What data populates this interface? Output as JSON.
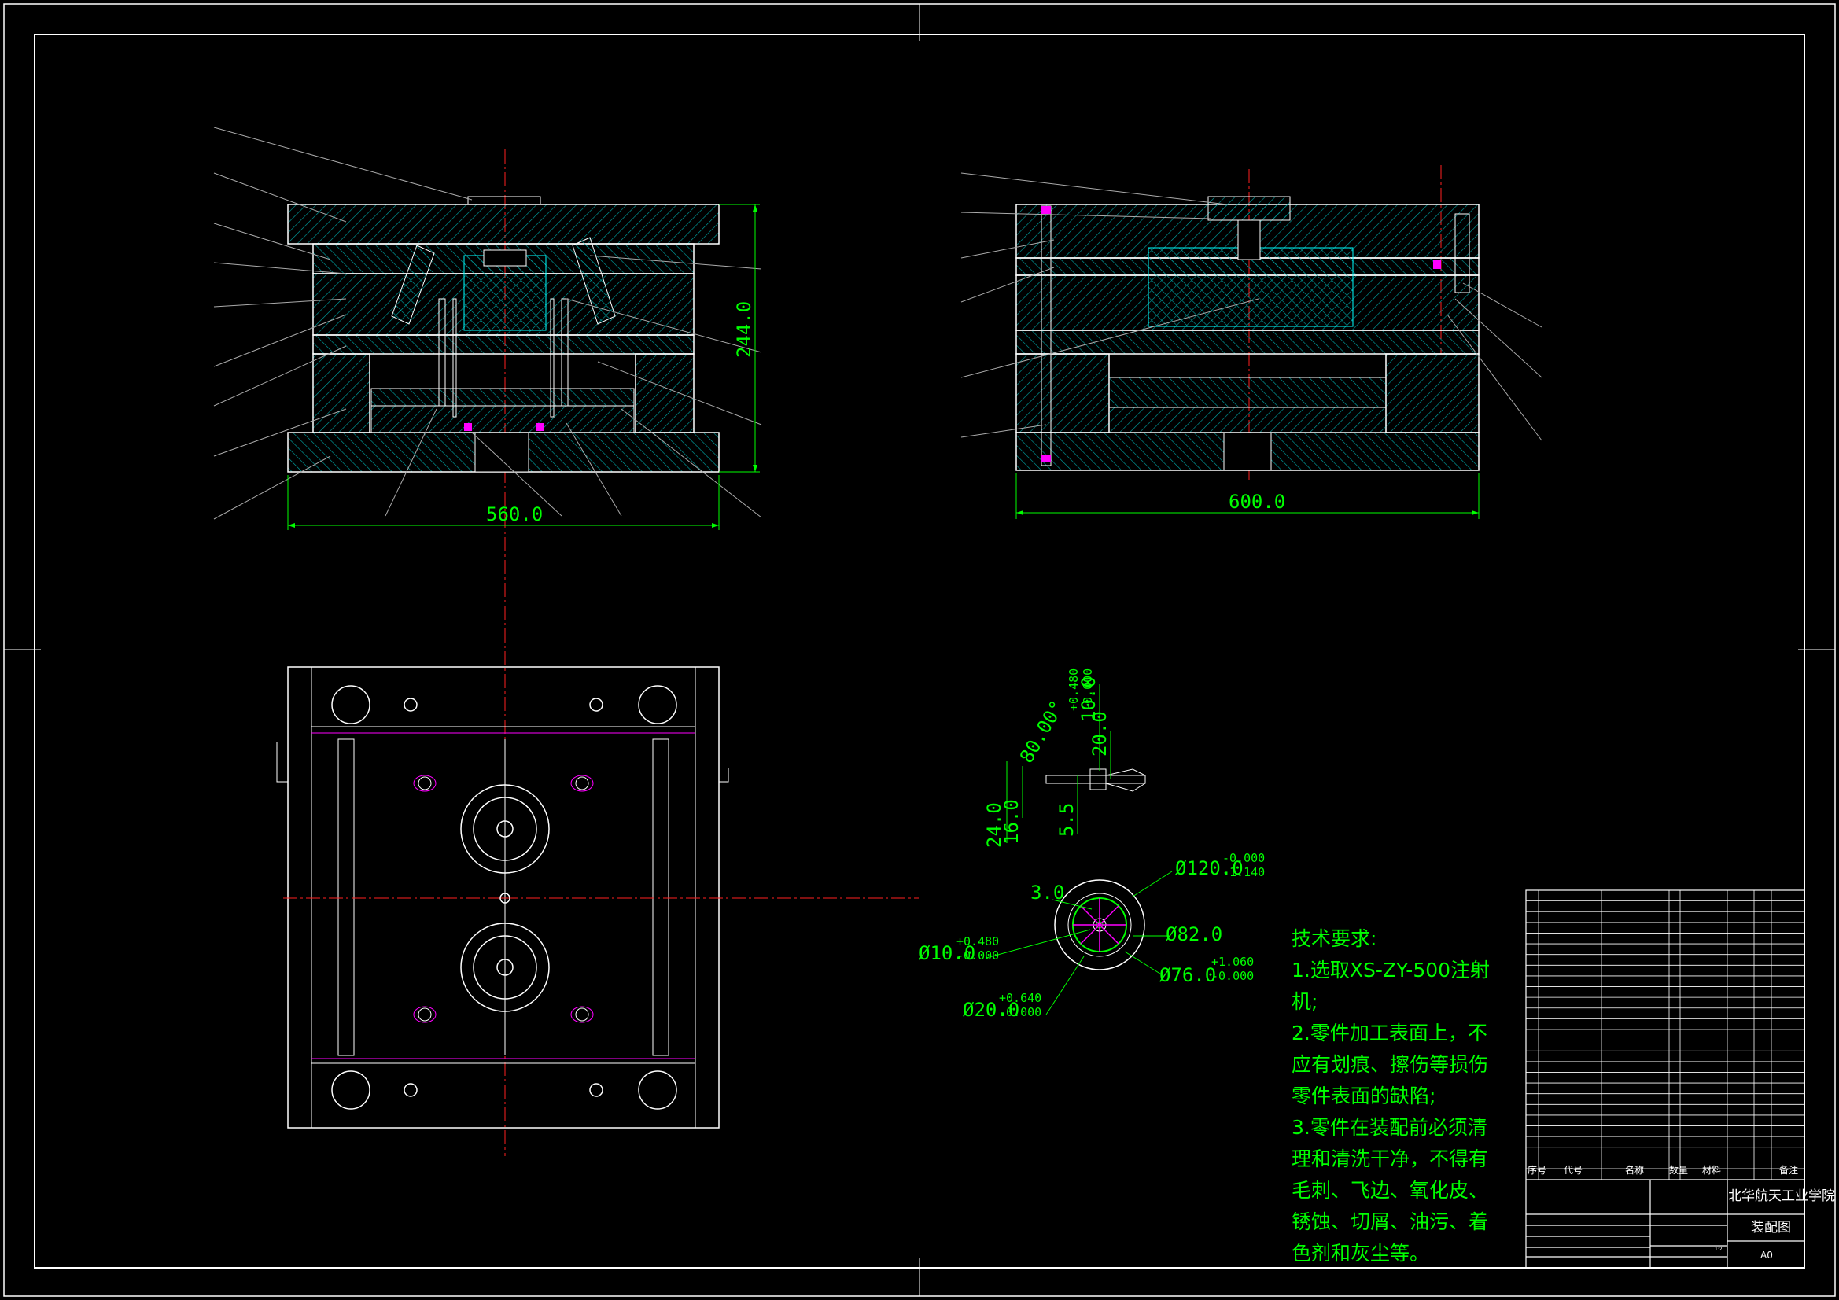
{
  "colors": {
    "background": "#000000",
    "line": "#ffffff",
    "dimension": "#00ff00",
    "section": "#00a0a0",
    "center": "#ff2020",
    "hidden": "#ff00ff"
  },
  "dimensions": {
    "front_width": "560.0",
    "front_height": "244.0",
    "side_width": "600.0",
    "detail_angle": "80.00°",
    "detail_24": "24.0",
    "detail_16": "16.0",
    "detail_55": "5.5",
    "detail_20": "20.0",
    "detail_10": "10.0",
    "detail_10_tol_up": "+0.480",
    "detail_10_tol_lo": "-0.000",
    "d_3": "3.0",
    "d_120": "Ø120.0",
    "d_120_tol_up": "-0.000",
    "d_120_tol_lo": "-1.140",
    "d_82": "Ø82.0",
    "d_76": "Ø76.0",
    "d_76_tol_up": "+1.060",
    "d_76_tol_lo": "-0.000",
    "d_10": "Ø10.0",
    "d_10_tol_up": "+0.480",
    "d_10_tol_lo": "-0.000",
    "d_20": "Ø20.0",
    "d_20_tol_up": "+0.640",
    "d_20_tol_lo": "-0.000"
  },
  "tech": {
    "title": "技术要求:",
    "lines": [
      "1.选取XS-ZY-500注射",
      "机;",
      "2.零件加工表面上，不",
      "应有划痕、擦伤等损伤",
      "零件表面的缺陷;",
      "3.零件在装配前必须清",
      "理和清洗干净，不得有",
      "毛刺、飞边、氧化皮、",
      "锈蚀、切屑、油污、着",
      "色剂和灰尘等。"
    ]
  },
  "title_block": {
    "headers": {
      "seq": "序号",
      "code": "代号",
      "name": "名称",
      "qty": "数量",
      "material": "材料",
      "remark": "备注"
    },
    "school": "北华航天工业学院",
    "drawing_name": "装配图",
    "sheet": "A0",
    "scale": "1:2"
  }
}
